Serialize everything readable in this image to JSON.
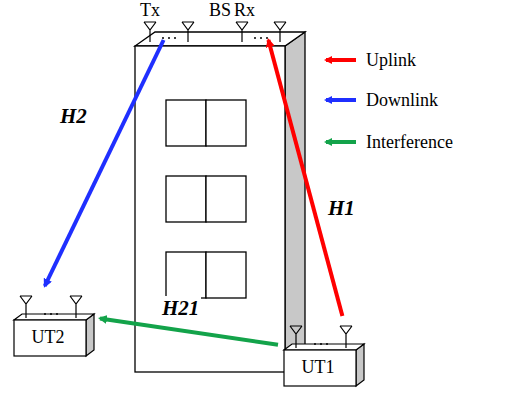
{
  "diagram": {
    "nodes": [
      {
        "text": [
          "BS"
        ]
      },
      {
        "text": [
          "Tx"
        ],
        "in": 0
      },
      {
        "text": [
          "Rx"
        ],
        "in": 0
      },
      {
        "text": [
          "UT2"
        ]
      },
      {
        "text": [
          "UT1"
        ]
      }
    ],
    "edges": [
      {
        "from": 1,
        "to": 3,
        "label": "H2",
        "arrow": "to"
      },
      {
        "from": 4,
        "to": 2,
        "label": "H1",
        "arrow": "to"
      },
      {
        "from": 4,
        "to": 3,
        "label": "H21",
        "arrow": "to"
      }
    ],
    "legend": [
      {
        "text": "Uplink"
      },
      {
        "text": "Downlink"
      },
      {
        "text": "Interference"
      }
    ]
  }
}
